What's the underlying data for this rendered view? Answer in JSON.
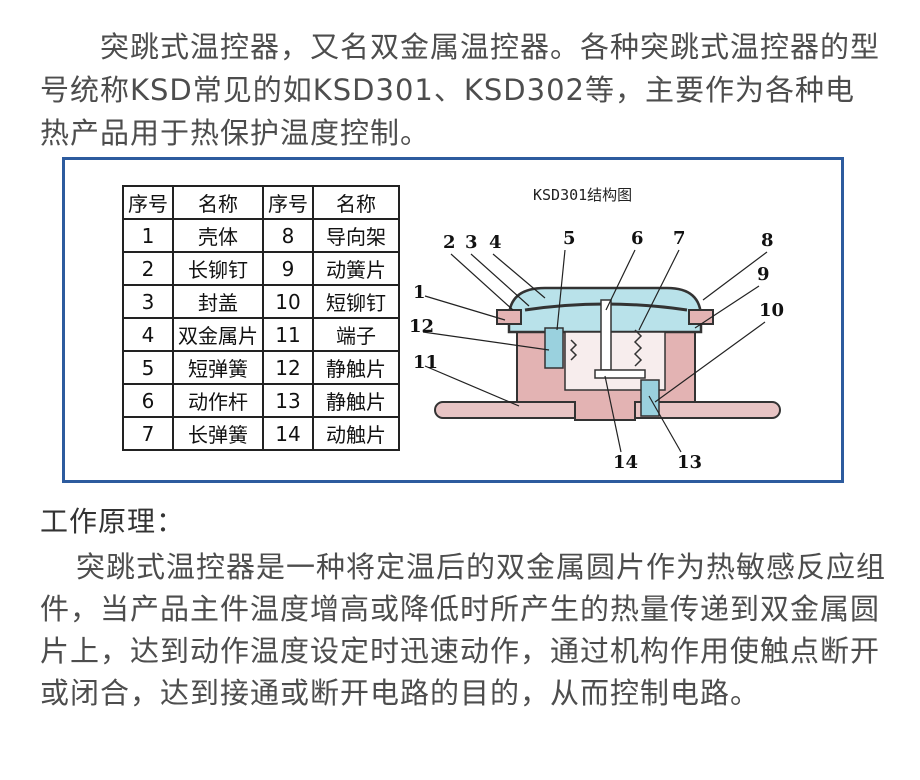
{
  "intro": {
    "text": "突跳式温控器，又名双金属温控器。各种突跳式温控器的型号统称KSD常见的如KSD301、KSD302等，主要作为各种电热产品用于热保护温度控制。"
  },
  "figure": {
    "diagram_title": "KSD301结构图",
    "callouts": [
      "1",
      "2",
      "3",
      "4",
      "5",
      "6",
      "7",
      "8",
      "9",
      "10",
      "11",
      "12",
      "13",
      "14"
    ],
    "table": {
      "header": [
        "序号",
        "名称",
        "序号",
        "名称"
      ],
      "rows": [
        [
          "1",
          "壳体",
          "8",
          "导向架"
        ],
        [
          "2",
          "长铆钉",
          "9",
          "动簧片"
        ],
        [
          "3",
          "封盖",
          "10",
          "短铆钉"
        ],
        [
          "4",
          "双金属片",
          "11",
          "端子"
        ],
        [
          "5",
          "短弹簧",
          "12",
          "静触片"
        ],
        [
          "6",
          "动作杆",
          "13",
          "静触片"
        ],
        [
          "7",
          "长弹簧",
          "14",
          "动触片"
        ]
      ]
    }
  },
  "principle": {
    "title": "工作原理：",
    "text": "突跳式温控器是一种将定温后的双金属圆片作为热敏感反应组件，当产品主件温度增高或降低时所产生的热量传递到双金属圆片上，达到动作温度设定时迅速动作，通过机构作用使触点断开或闭合，达到接通或断开电路的目的，从而控制电路。"
  }
}
